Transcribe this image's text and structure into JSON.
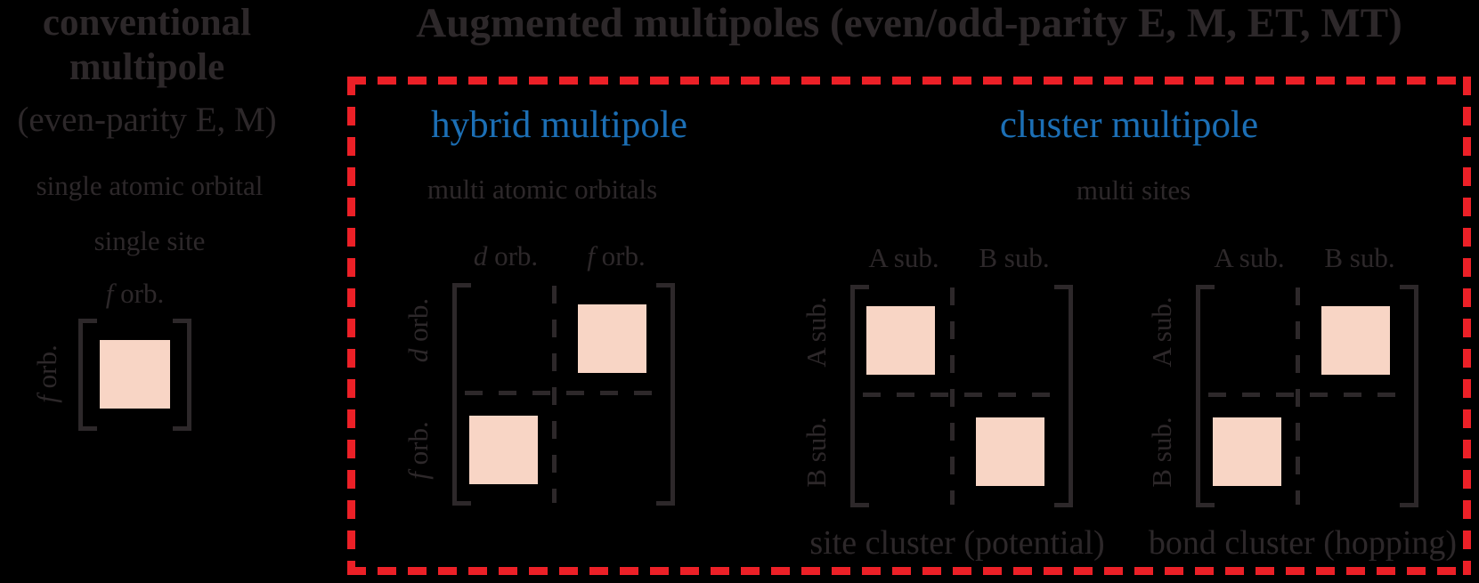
{
  "colors": {
    "bg": "#000000",
    "ink": "#2d282a",
    "blue": "#1c6fb5",
    "red": "#ec2027",
    "pink": "#f8d5c5"
  },
  "header": {
    "main_title": "Augmented multipoles (even/odd-parity E, M, ET, MT)"
  },
  "left_panel": {
    "title_line1": "conventional",
    "title_line2": "multipole",
    "subtitle": "(even-parity E, M)",
    "feature_orbital": "single atomic orbital",
    "feature_site": "single site",
    "matrix": {
      "col": {
        "sym": "f",
        "rest": " orb."
      },
      "row": {
        "sym": "f",
        "rest": " orb."
      },
      "filled": "center"
    }
  },
  "hybrid": {
    "heading": "hybrid multipole",
    "subheading": "multi atomic orbitals",
    "matrix": {
      "cols": [
        {
          "sym": "d",
          "rest": " orb."
        },
        {
          "sym": "f",
          "rest": " orb."
        }
      ],
      "rows": [
        {
          "sym": "d",
          "rest": " orb."
        },
        {
          "sym": "f",
          "rest": " orb."
        }
      ],
      "filled": [
        "tr",
        "bl"
      ]
    }
  },
  "cluster": {
    "heading": "cluster multipole",
    "subheading": "multi sites",
    "site_matrix": {
      "cols": [
        "A sub.",
        "B sub."
      ],
      "rows": [
        "A sub.",
        "B sub."
      ],
      "filled": [
        "tl",
        "br"
      ],
      "caption": "site cluster (potential)"
    },
    "bond_matrix": {
      "cols": [
        "A sub.",
        "B sub."
      ],
      "rows": [
        "A sub.",
        "B sub."
      ],
      "filled": [
        "tr",
        "bl"
      ],
      "caption": "bond cluster (hopping)"
    }
  }
}
